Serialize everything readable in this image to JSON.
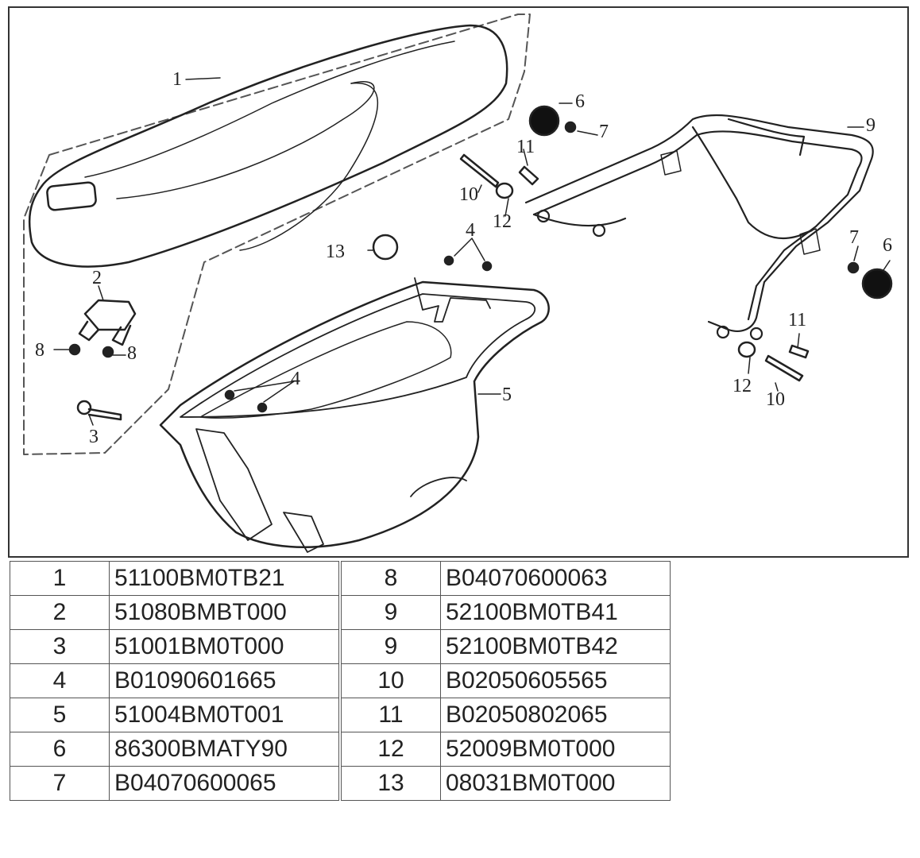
{
  "callouts": {
    "seat": "1",
    "latch": "2",
    "bolt_hinge": "3",
    "screw_a": "4",
    "screw_b": "4",
    "luggage_box": "5",
    "cap_a": "6",
    "cap_b": "6",
    "nut_a": "7",
    "nut_b": "7",
    "nut_left": "8",
    "nut_right": "8",
    "carrier": "9",
    "bolt_a": "10",
    "bolt_b": "10",
    "collar_a": "11",
    "collar_b": "11",
    "bushing_a": "12",
    "bushing_b": "12",
    "grommet": "13"
  },
  "parts_table": {
    "rows": [
      {
        "left_no": "1",
        "left_code": "51100BM0TB21",
        "right_no": "8",
        "right_code": "B04070600063"
      },
      {
        "left_no": "2",
        "left_code": "51080BMBT000",
        "right_no": "9",
        "right_code": "52100BM0TB41"
      },
      {
        "left_no": "3",
        "left_code": "51001BM0T000",
        "right_no": "9",
        "right_code": "52100BM0TB42"
      },
      {
        "left_no": "4",
        "left_code": "B01090601665",
        "right_no": "10",
        "right_code": "B02050605565"
      },
      {
        "left_no": "5",
        "left_code": "51004BM0T001",
        "right_no": "11",
        "right_code": "B02050802065"
      },
      {
        "left_no": "6",
        "left_code": "86300BMATY90",
        "right_no": "12",
        "right_code": "52009BM0T000"
      },
      {
        "left_no": "7",
        "left_code": "B04070600065",
        "right_no": "13",
        "right_code": "08031BM0T000"
      }
    ]
  }
}
